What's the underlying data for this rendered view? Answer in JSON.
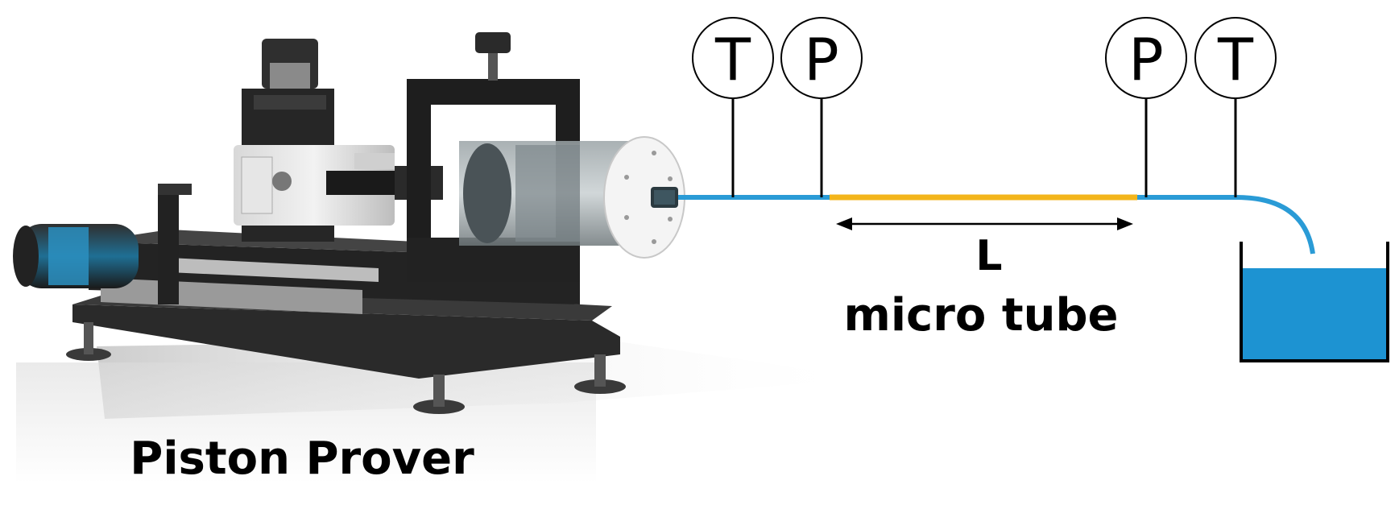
{
  "labels": {
    "sensor_t_left": "T",
    "sensor_p_left": "P",
    "sensor_p_right": "P",
    "sensor_t_right": "T",
    "length": "L",
    "tube": "micro tube",
    "apparatus": "Piston Prover"
  },
  "colors": {
    "line_blue": "#2a9bd6",
    "tube_yellow": "#f3b51b",
    "water": "#1d93d2",
    "frame_dark": "#1e1e1e",
    "black": "#000000"
  }
}
